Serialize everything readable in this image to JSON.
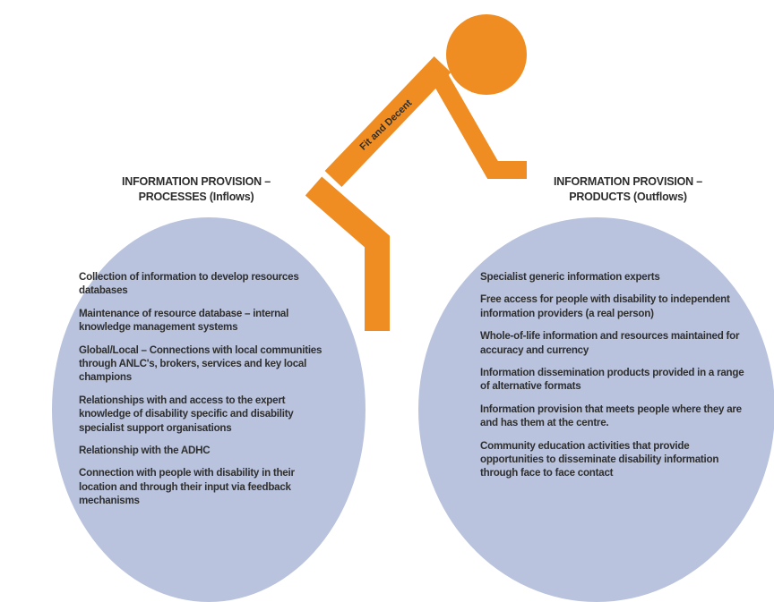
{
  "left_panel": {
    "heading": "INFORMATION PROVISION –\nPROCESSES (Inflows)",
    "items": [
      "Collection of information to develop resources databases",
      "Maintenance of resource database – internal knowledge management systems",
      "Global/Local – Connections with local communities through ANLC's, brokers, services and key local champions",
      "Relationships with and access to the expert knowledge of disability specific and disability specialist support organisations",
      "Relationship with the ADHC",
      "Connection with people with disability in their location and through their input via feedback mechanisms"
    ]
  },
  "right_panel": {
    "heading": "INFORMATION PROVISION –\nPRODUCTS (Outflows)",
    "items": [
      "Specialist generic information experts",
      "Free access for people with disability to independent information providers (a real person)",
      "Whole-of-life information and resources maintained for accuracy and currency",
      "Information dissemination products provided in a range of alternative formats",
      "Information provision that meets people where they are and has them at the centre.",
      "Community education activities that provide opportunities to disseminate disability information through face to face contact"
    ]
  },
  "figure": {
    "label": "Fit and Decent"
  },
  "colors": {
    "figure_orange": "#ef8d22",
    "circle_fill": "#b9c3dd",
    "text": "#2f2f2f"
  }
}
